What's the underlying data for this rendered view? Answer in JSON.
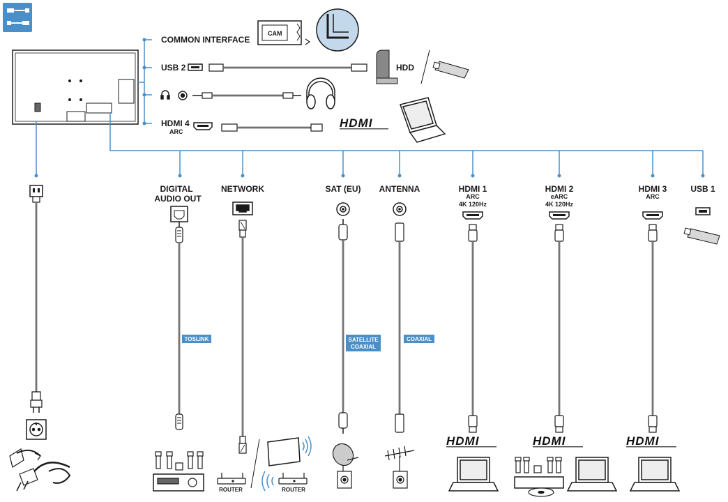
{
  "top": {
    "common_interface": "COMMON INTERFACE",
    "cam": "CAM",
    "usb2": "USB 2",
    "hdd": "HDD",
    "hdmi4": "HDMI 4",
    "hdmi4_sub": "ARC"
  },
  "bottom": {
    "digital_audio_out_1": "DIGITAL",
    "digital_audio_out_2": "AUDIO OUT",
    "network": "NETWORK",
    "sat": "SAT (EU)",
    "antenna": "ANTENNA",
    "hdmi1": "HDMI 1",
    "hdmi1_sub1": "ARC",
    "hdmi1_sub2": "4K 120Hz",
    "hdmi2": "HDMI 2",
    "hdmi2_sub1": "eARC",
    "hdmi2_sub2": "4K 120Hz",
    "hdmi3": "HDMI 3",
    "hdmi3_sub1": "ARC",
    "usb1": "USB 1"
  },
  "cable_tags": {
    "toslink": "TOSLINK",
    "satellite_1": "SATELLITE",
    "satellite_2": "COAXIAL",
    "coaxial": "COAXIAL"
  },
  "devices": {
    "router_1": "ROUTER",
    "router_2": "ROUTER"
  },
  "logos": {
    "hdmi": "HDMI"
  },
  "colors": {
    "accent": "#4a8fc7",
    "line": "#1a1a1a"
  }
}
